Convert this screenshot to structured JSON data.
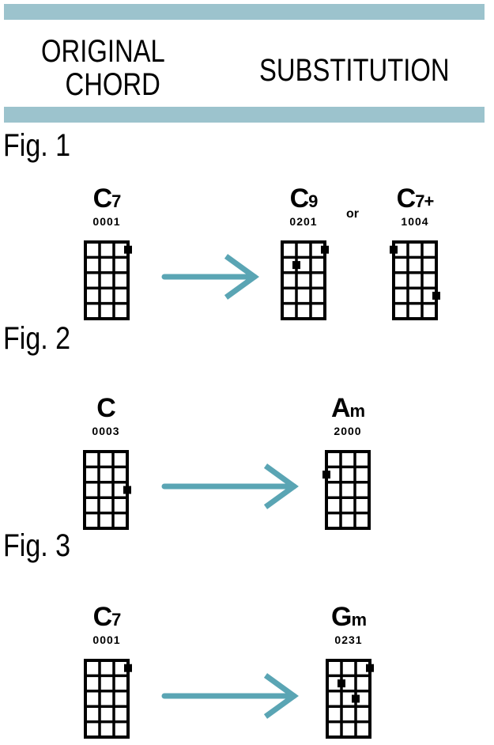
{
  "header": {
    "original": [
      "ORIGINAL",
      "CHORD"
    ],
    "substitution": "SUBSTITUTION"
  },
  "colors": {
    "bar": "#9cc3cd",
    "arrow": "#5aa5b4"
  },
  "figures": [
    {
      "label": "Fig. 1",
      "original": {
        "name": "C",
        "suffix": "7",
        "fingering": "0001"
      },
      "substitutes": [
        {
          "name": "C",
          "suffix": "9",
          "fingering": "0201"
        },
        {
          "name": "C",
          "suffix": "7+",
          "fingering": "1004"
        }
      ],
      "connector": "or"
    },
    {
      "label": "Fig. 2",
      "original": {
        "name": "C",
        "suffix": "",
        "fingering": "0003"
      },
      "substitutes": [
        {
          "name": "A",
          "suffix": "m",
          "fingering": "2000"
        }
      ]
    },
    {
      "label": "Fig. 3",
      "original": {
        "name": "C",
        "suffix": "7",
        "fingering": "0001"
      },
      "substitutes": [
        {
          "name": "G",
          "suffix": "m",
          "fingering": "0231"
        }
      ]
    }
  ]
}
